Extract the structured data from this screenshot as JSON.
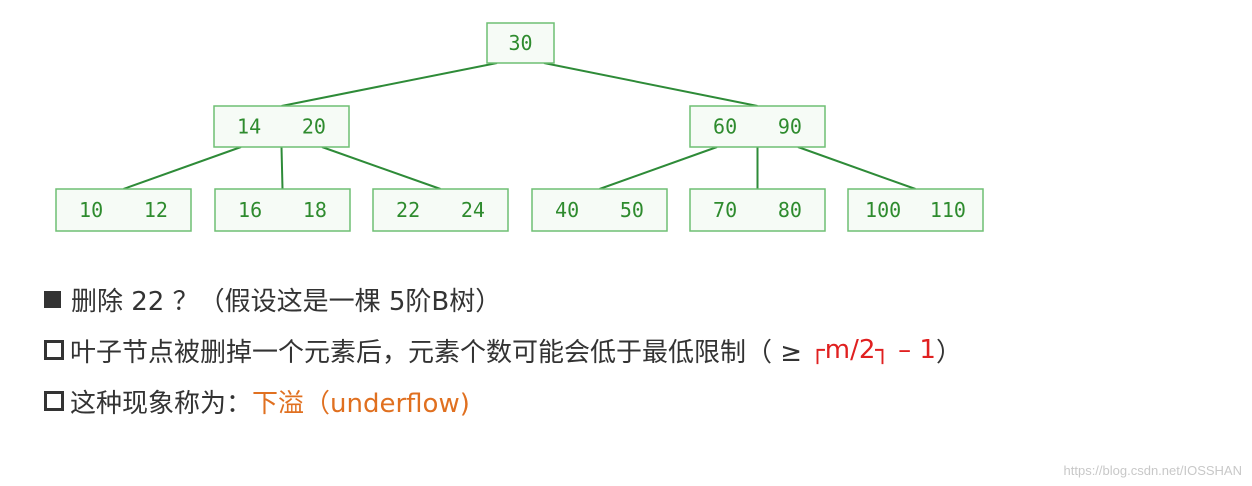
{
  "tree": {
    "nodes": [
      {
        "id": "root",
        "keys": [
          "30"
        ]
      },
      {
        "id": "left",
        "keys": [
          "14",
          "20"
        ]
      },
      {
        "id": "right",
        "keys": [
          "60",
          "90"
        ]
      },
      {
        "id": "leaf1",
        "keys": [
          "10",
          "12"
        ]
      },
      {
        "id": "leaf2",
        "keys": [
          "16",
          "18"
        ]
      },
      {
        "id": "leaf3",
        "keys": [
          "22",
          "24"
        ]
      },
      {
        "id": "leaf4",
        "keys": [
          "40",
          "50"
        ]
      },
      {
        "id": "leaf5",
        "keys": [
          "70",
          "80"
        ]
      },
      {
        "id": "leaf6",
        "keys": [
          "100",
          "110"
        ]
      }
    ],
    "edges": [
      [
        "root",
        "left"
      ],
      [
        "root",
        "right"
      ],
      [
        "left",
        "leaf1"
      ],
      [
        "left",
        "leaf2"
      ],
      [
        "left",
        "leaf3"
      ],
      [
        "right",
        "leaf4"
      ],
      [
        "right",
        "leaf5"
      ],
      [
        "right",
        "leaf6"
      ]
    ],
    "colors": {
      "node_border": "#6fbf73",
      "node_fill": "#f6fbf6",
      "edge": "#2e8b38",
      "key_text": "#2e8b2e"
    }
  },
  "bullets": {
    "line1": {
      "text": "删除 22 ？（假设这是一棵 5阶B树）"
    },
    "line2": {
      "text": "叶子节点被删掉一个元素后，元素个数可能会低于最低限制（ ≥ ",
      "formula_open": "┌",
      "formula_mid": "m/2",
      "formula_close": "┐",
      "formula_tail": " – 1",
      "close_paren": "）"
    },
    "line3": {
      "text": "这种现象称为：",
      "highlight": "下溢（underflow)"
    }
  },
  "colors": {
    "text": "#333333",
    "formula": "#e02020",
    "highlight": "#e07020"
  },
  "watermark": "https://blog.csdn.net/IOSSHAN"
}
